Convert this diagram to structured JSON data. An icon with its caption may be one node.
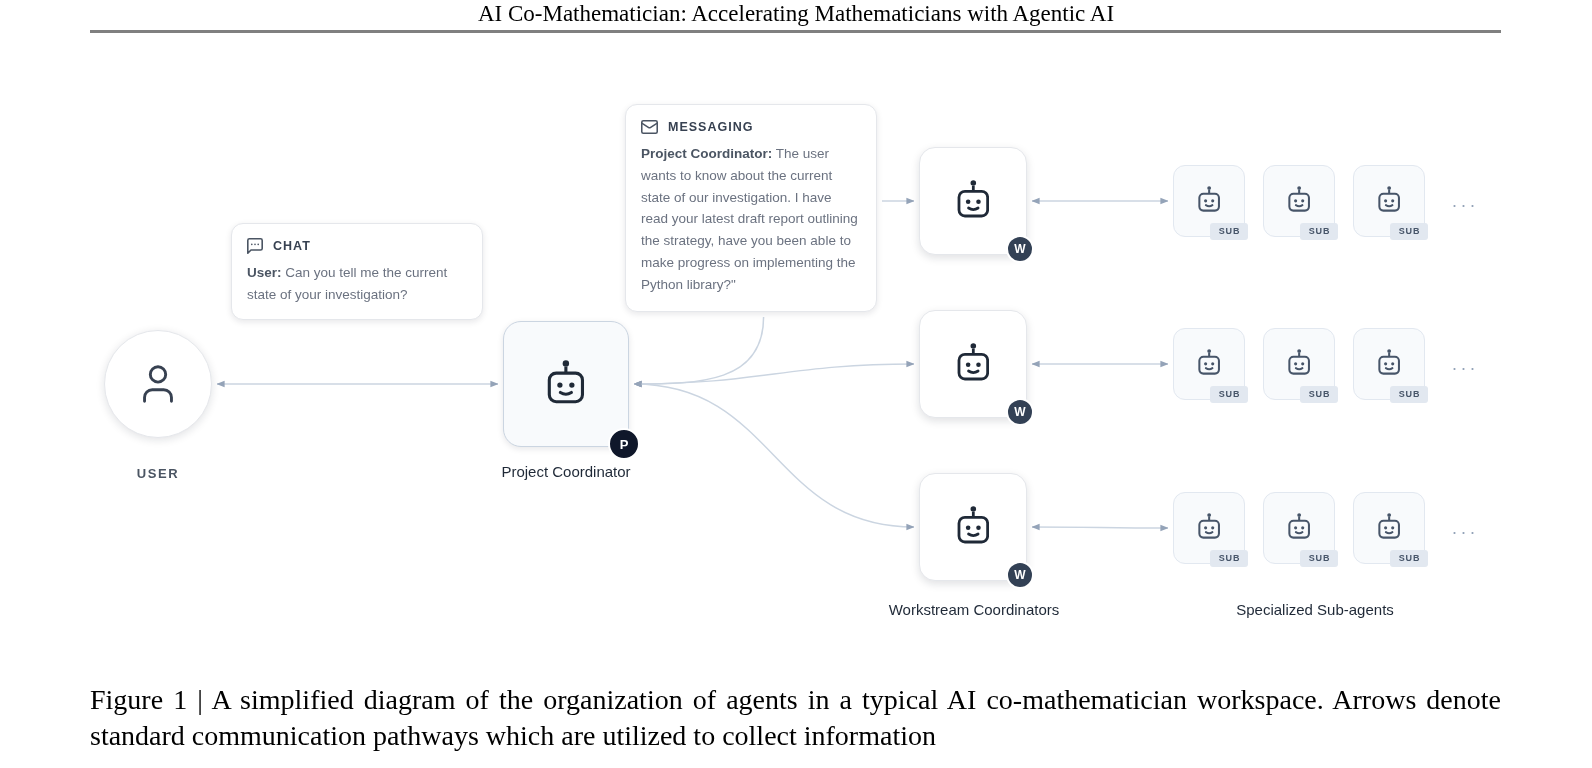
{
  "diagram": {
    "caption": "Figure 1 | A simplified diagram of the organization of agents in a typical AI co-mathematician workspace. Arrows denote standard communication pathways which are utilized to collect information",
    "nodes": [
      {
        "text": [],
        "shape": "circle",
        "beside": [
          "USER"
        ]
      },
      {
        "text": [
          "CHAT",
          "**User:** Can you tell me the current state of your investigation?"
        ]
      },
      {
        "text": [
          "P"
        ],
        "beside": [
          "Project Coordinator"
        ]
      },
      {
        "text": [
          "MESSAGING",
          "**Project Coordinator:** The user wants to know about the current state of our investigation. I have read your latest draft report outlining the strategy, have you been able to make progress on implementing the Python library?\""
        ]
      },
      {
        "text": [
          "W"
        ]
      },
      {
        "text": [
          "W"
        ]
      },
      {
        "text": [
          "W"
        ]
      },
      {
        "text": [
          "SUB"
        ]
      },
      {
        "text": [
          "SUB"
        ]
      },
      {
        "text": [
          "SUB"
        ]
      },
      {
        "text": [
          "SUB"
        ]
      },
      {
        "text": [
          "SUB"
        ]
      },
      {
        "text": [
          "SUB"
        ]
      },
      {
        "text": [
          "SUB"
        ]
      },
      {
        "text": [
          "SUB"
        ]
      },
      {
        "text": [
          "SUB"
        ]
      }
    ],
    "edges": [
      {
        "from": 0,
        "to": 2,
        "arrow": "both"
      },
      {
        "from": 3,
        "to": 2,
        "arrow": "to"
      },
      {
        "from": 3,
        "to": 4,
        "arrow": "to"
      },
      {
        "from": 2,
        "to": 5,
        "arrow": "both"
      },
      {
        "from": 2,
        "to": 6,
        "arrow": "both"
      },
      {
        "from": 4,
        "to": 7,
        "arrow": "both"
      },
      {
        "from": 5,
        "to": 10,
        "arrow": "both"
      },
      {
        "from": 6,
        "to": 13,
        "arrow": "both"
      }
    ],
    "labels": [
      "AI Co-Mathematician: Accelerating Mathematicians with Agentic AI",
      "···",
      "···",
      "···",
      "Workstream Coordinators",
      "Specialized Sub-agents"
    ]
  }
}
